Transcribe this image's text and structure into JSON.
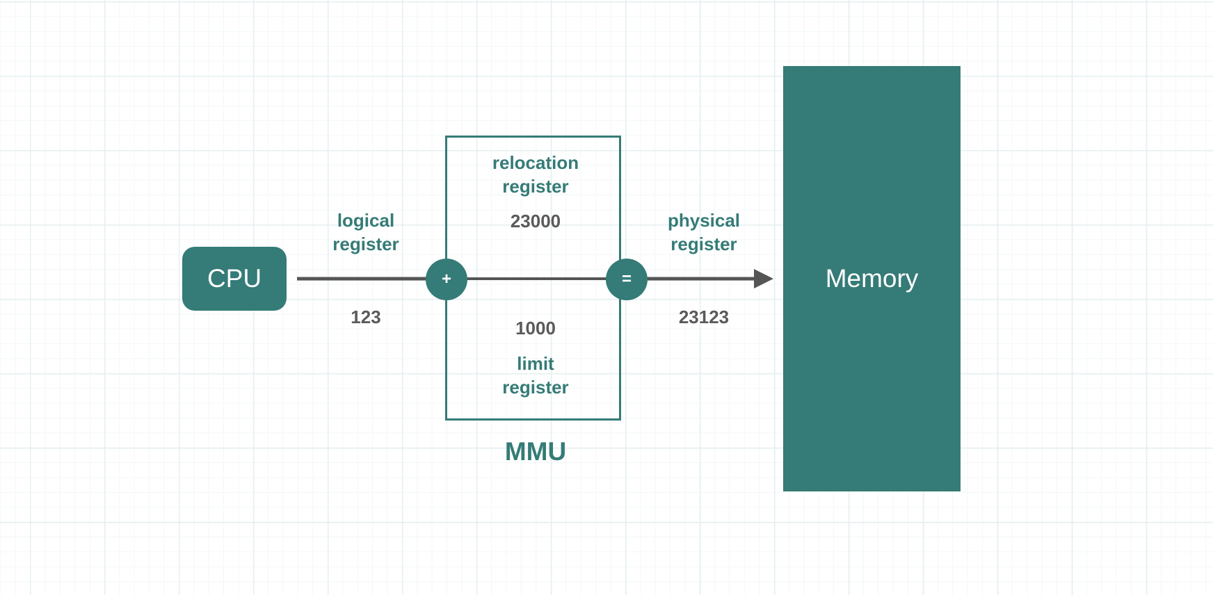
{
  "diagram": {
    "cpu": {
      "label": "CPU"
    },
    "memory": {
      "label": "Memory"
    },
    "mmu": {
      "title": "MMU"
    },
    "operators": {
      "plus": "+",
      "equals": "="
    },
    "logical_register": {
      "label": "logical\nregister",
      "value": "123"
    },
    "relocation_register": {
      "label": "relocation\nregister",
      "value": "23000"
    },
    "limit_register": {
      "label": "limit\nregister",
      "value": "1000"
    },
    "physical_register": {
      "label": "physical\nregister",
      "value": "23123"
    }
  },
  "colors": {
    "accent": "#357b77",
    "line": "#555555",
    "value_text": "#5a5a5a",
    "grid": "#e6eff1"
  }
}
